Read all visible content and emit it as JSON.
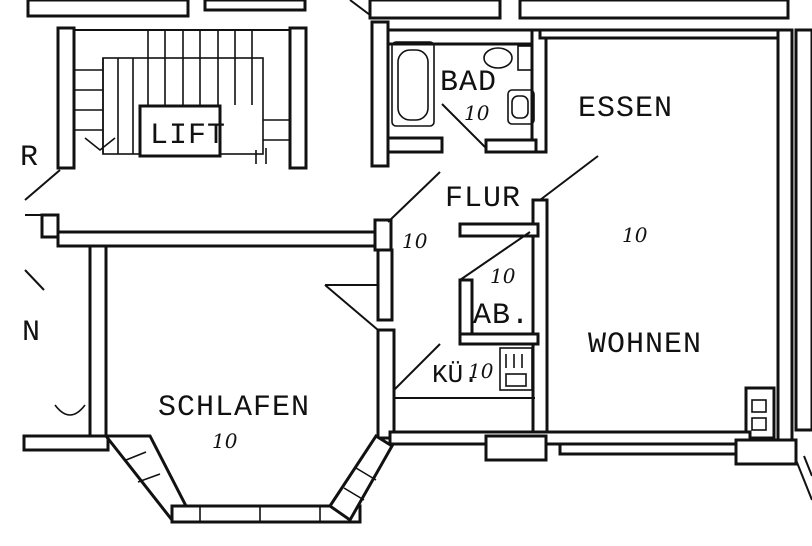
{
  "rooms": {
    "lift": "LIFT",
    "bad": "BAD",
    "bad_note": "10",
    "essen": "ESSEN",
    "flur": "FLUR",
    "flur_note": "10",
    "essen_note": "10",
    "ab": "AB.",
    "ab_note": "10",
    "kueche": "KÜ.",
    "kueche_note": "10",
    "wohnen": "WOHNEN",
    "schlafen": "SCHLAFEN",
    "schlafen_note": "10"
  },
  "edge_labels": {
    "left_top": "R",
    "left_mid": "N"
  }
}
